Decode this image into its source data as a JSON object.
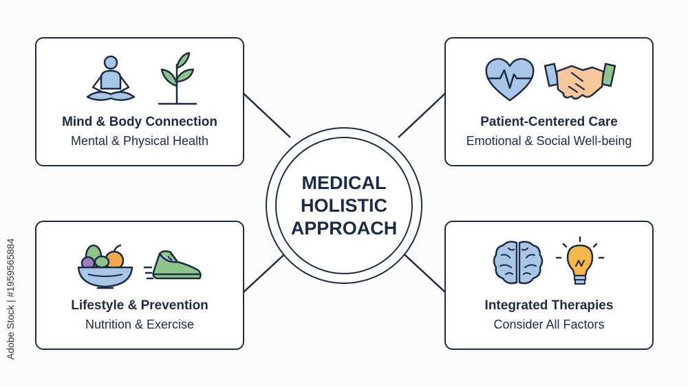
{
  "center": {
    "lines": [
      "MEDICAL",
      "HOLISTIC",
      "APPROACH"
    ]
  },
  "cards": [
    {
      "id": "mind-body",
      "title": "Mind & Body Connection",
      "subtitle": "Mental & Physical Health",
      "icons": [
        "meditation-person-icon",
        "plant-sprout-icon"
      ]
    },
    {
      "id": "patient-centered",
      "title": "Patient-Centered Care",
      "subtitle": "Emotional & Social Well-being",
      "icons": [
        "heart-pulse-icon",
        "handshake-icon"
      ]
    },
    {
      "id": "lifestyle",
      "title": "Lifestyle & Prevention",
      "subtitle": "Nutrition & Exercise",
      "icons": [
        "fruit-bowl-icon",
        "running-shoe-icon"
      ]
    },
    {
      "id": "therapies",
      "title": "Integrated Therapies",
      "subtitle": "Consider All Factors",
      "icons": [
        "brain-icon",
        "lightbulb-icon"
      ]
    }
  ],
  "stock_id": "Adobe Stock | #1959565884",
  "colors": {
    "navy": "#1c2b45",
    "blue": "#a9c6e8",
    "green": "#8fc48a",
    "orange": "#f4a64a",
    "skin": "#f6c79b",
    "yellow": "#f7b84b"
  }
}
